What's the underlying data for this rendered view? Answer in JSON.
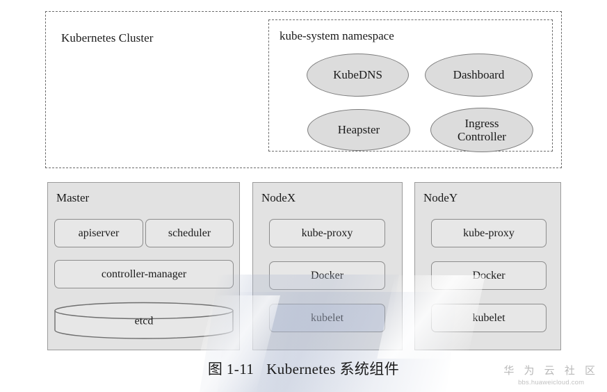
{
  "figure": {
    "caption_number": "图 1-11",
    "caption_title": "Kubernetes 系统组件"
  },
  "cluster": {
    "title": "Kubernetes Cluster",
    "namespace": {
      "title": "kube-system namespace",
      "pods": [
        {
          "label": "KubeDNS"
        },
        {
          "label": "Dashboard"
        },
        {
          "label": "Heapster"
        },
        {
          "label": "Ingress\nController"
        },
        {
          "label_line1": "Ingress",
          "label_line2": "Controller"
        }
      ]
    }
  },
  "nodes": [
    {
      "title": "Master",
      "components": [
        {
          "label": "apiserver"
        },
        {
          "label": "scheduler"
        },
        {
          "label": "controller-manager"
        },
        {
          "label": "etcd",
          "shape": "cylinder"
        }
      ]
    },
    {
      "title": "NodeX",
      "components": [
        {
          "label": "kube-proxy"
        },
        {
          "label": "Docker"
        },
        {
          "label": "kubelet"
        }
      ]
    },
    {
      "title": "NodeY",
      "components": [
        {
          "label": "kube-proxy"
        },
        {
          "label": "Docker"
        },
        {
          "label": "kubelet"
        }
      ]
    }
  ],
  "watermark": {
    "brand": "华 为 云 社 区",
    "url": "bbs.huaweicloud.com"
  },
  "colors": {
    "page_background": "#ffffff",
    "panel_fill": "#e2e2e2",
    "panel_stroke": "#9a9a9a",
    "component_fill": "#e7e7e7",
    "component_stroke": "#8c8c8c",
    "ellipse_fill": "#dcdcdc",
    "ellipse_stroke": "#7c7c7c",
    "dashed_stroke": "#6b6b6b",
    "text": "#1a1a1a",
    "watermark_text": "#b9b9b9",
    "watermark_band": "#b0bad0"
  }
}
